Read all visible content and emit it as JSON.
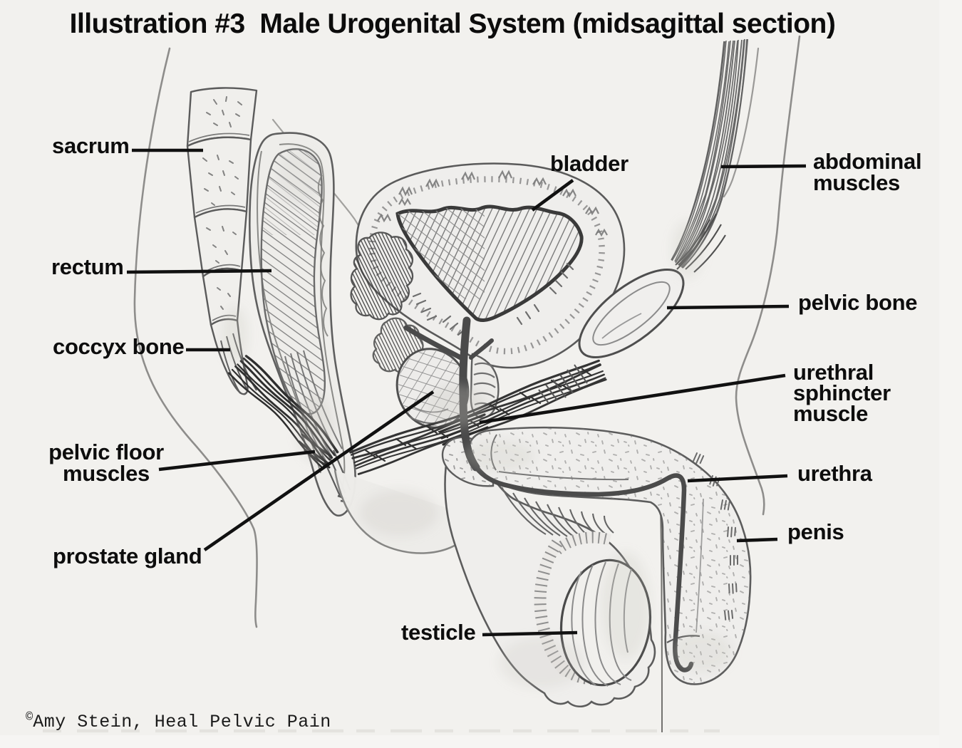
{
  "title": "Illustration #3  Male Urogenital System (midsagittal section)",
  "credit": {
    "symbol": "©",
    "text": "Amy Stein, Heal Pelvic Pain"
  },
  "figure": {
    "type": "anatomical-diagram",
    "subject": "Male urogenital system, midsagittal section",
    "illustration_number": "#3",
    "style": "grayscale pencil illustration"
  },
  "labels": [
    {
      "id": "sacrum",
      "text": "sacrum"
    },
    {
      "id": "rectum",
      "text": "rectum"
    },
    {
      "id": "coccyx-bone",
      "text": "coccyx bone"
    },
    {
      "id": "pelvic-floor-muscles",
      "text": "pelvic floor\nmuscles"
    },
    {
      "id": "prostate-gland",
      "text": "prostate gland"
    },
    {
      "id": "testicle",
      "text": "testicle"
    },
    {
      "id": "bladder",
      "text": "bladder"
    },
    {
      "id": "abdominal-muscles",
      "text": "abdominal\nmuscles"
    },
    {
      "id": "pelvic-bone",
      "text": "pelvic bone"
    },
    {
      "id": "urethral-sphincter-muscle",
      "text": "urethral\nsphincter\nmuscle"
    },
    {
      "id": "urethra",
      "text": "urethra"
    },
    {
      "id": "penis",
      "text": "penis"
    }
  ],
  "colors": {
    "background": "#f2f1ee",
    "label_ink": "#0d0d0d",
    "leader_ink": "#111111",
    "pencil_dark": "#474747",
    "pencil_mid": "#7a7a7a",
    "paper_fill": "#efeeec"
  }
}
